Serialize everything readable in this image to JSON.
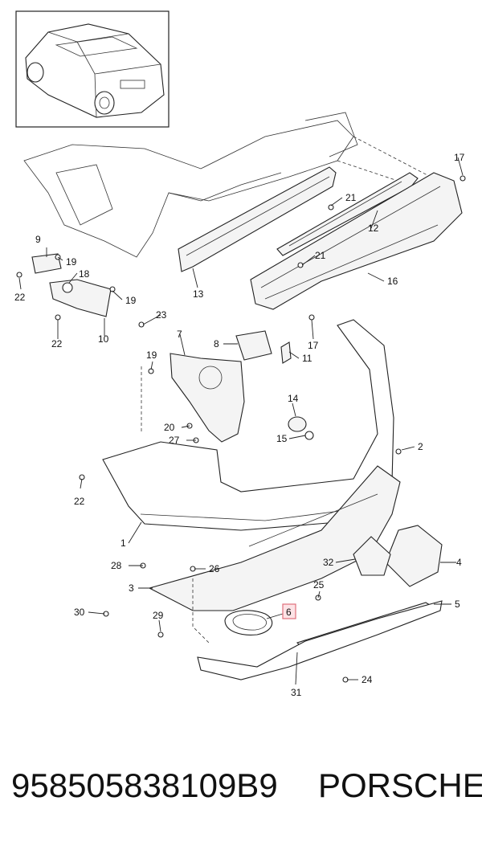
{
  "callouts": {
    "c1": "1",
    "c2": "2",
    "c3": "3",
    "c4": "4",
    "c5": "5",
    "c6": "6",
    "c7": "7",
    "c8": "8",
    "c9": "9",
    "c10": "10",
    "c11": "11",
    "c12": "12",
    "c13": "13",
    "c14": "14",
    "c15": "15",
    "c16": "16",
    "c17a": "17",
    "c17b": "17",
    "c18": "18",
    "c19a": "19",
    "c19b": "19",
    "c19c": "19",
    "c20": "20",
    "c21a": "21",
    "c21b": "21",
    "c22a": "22",
    "c22b": "22",
    "c22c": "22",
    "c23": "23",
    "c24": "24",
    "c25": "25",
    "c26": "26",
    "c27": "27",
    "c28": "28",
    "c29": "29",
    "c30": "30",
    "c31": "31",
    "c32": "32"
  },
  "highlighted_callout": "6",
  "highlight_color": "#e0707c",
  "footer": {
    "part_number": "958505838109B9",
    "brand": "PORSCHE"
  }
}
